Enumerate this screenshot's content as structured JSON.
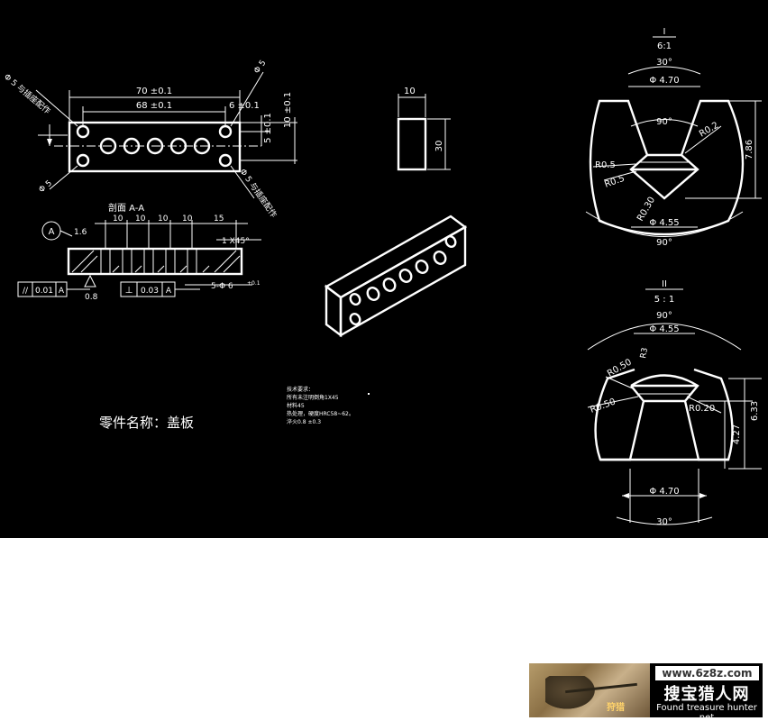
{
  "part": {
    "name_label": "零件名称：盖板",
    "front_width": "70 ±0.1",
    "front_hole_span": "68 ±0.1",
    "front_edge": "6 ±0.1",
    "front_vert_a": "5 ±0.1",
    "front_vert_b": "10 ±0.1",
    "note_top_left": "Φ 5 与插座配作",
    "note_top_right": "Φ 5",
    "note_bottom_left": "Φ 5",
    "note_bottom_right": "Φ 5 与插座配作",
    "side_width": "10",
    "side_height": "30"
  },
  "section": {
    "title": "剖面 A-A",
    "datum": "A",
    "roughness_top": "1.6",
    "roughness_bottom": "0.8",
    "pitches": [
      "10",
      "10",
      "10",
      "10",
      "15"
    ],
    "chamfer": "1 X45°",
    "holes": "5-Φ 6",
    "holes_tol": "+0.1",
    "parallel_symbol": "//",
    "parallel_value": "0.01",
    "parallel_datum": "A",
    "perp_symbol": "⊥",
    "perp_value": "0.03",
    "perp_datum": "A"
  },
  "detail1": {
    "id": "I",
    "scale": "6:1",
    "top_angle": "30°",
    "top_dia": "Φ 4.70",
    "mid_angle": "90°",
    "r_right": "R0.2",
    "r_left": "R0.5",
    "r_left2": "R0.5",
    "r_bottom": "R0.30",
    "height": "7.86",
    "bottom_dia": "Φ 4.55",
    "bottom_angle": "90°"
  },
  "detail2": {
    "id": "II",
    "scale": "5 : 1",
    "top_angle": "90°",
    "top_dia": "Φ 4.55",
    "r_top": "R3",
    "r_left": "R0.50",
    "r_left2": "R0.50",
    "r_right": "R0.20",
    "height_total": "6.33",
    "height_lower": "4.27",
    "bottom_dia": "Φ 4.70",
    "bottom_angle": "30°"
  },
  "notes": [
    "技术要求：",
    "所有未注明倒角1X45",
    "材料45",
    "热处理，硬度HRC58~62。",
    "淬火0.8    ±0.3"
  ],
  "watermark": {
    "url": "www.6z8z.com",
    "cn": "搜宝猎人网",
    "en": "Found treasure hunter net",
    "tag": "狩猎"
  }
}
